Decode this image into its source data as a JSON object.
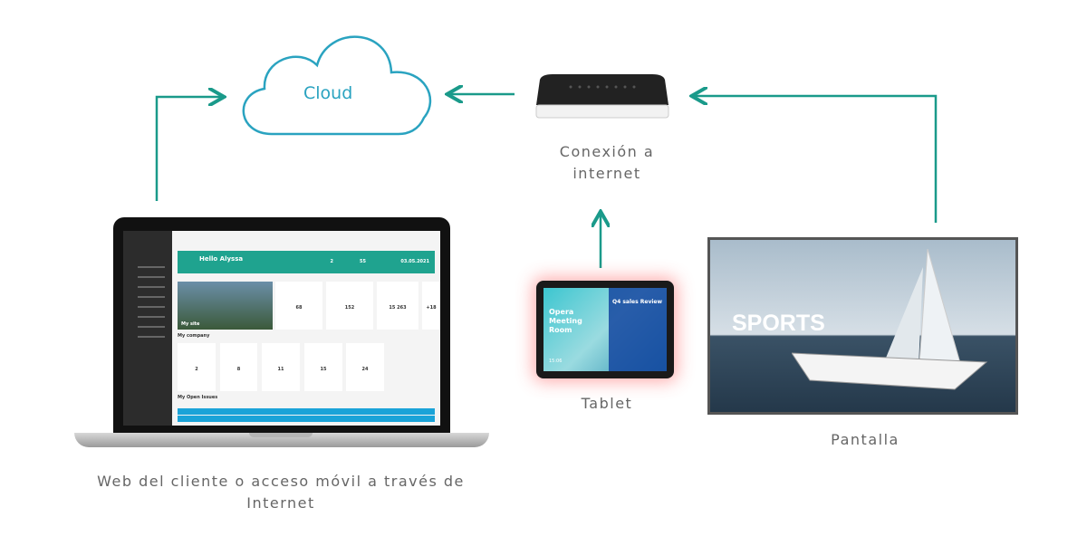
{
  "labels": {
    "cloud": "Cloud",
    "router": "Conexión a internet",
    "tablet": "Tablet",
    "screen": "Pantalla",
    "laptop": "Web del cliente o acceso móvil a través de Internet"
  },
  "colors": {
    "accent": "#1a9a8a",
    "cloud_text": "#2aa3c0"
  },
  "laptop_screen": {
    "greeting": "Hello Alyssa",
    "date": "03.05.2021",
    "stat1": "2",
    "stat2": "55",
    "site": "My site",
    "kpis": [
      "68",
      "152",
      "15 263",
      "+18"
    ],
    "company_title": "My company",
    "company_counts": [
      "2",
      "8",
      "11",
      "15",
      "24"
    ],
    "issues_title": "My Open Issues"
  },
  "tablet_screen": {
    "room": "Opera Meeting Room",
    "meeting": "Q4 sales Review",
    "time": "15:06"
  },
  "tv_screen": {
    "title": "SPORTS"
  }
}
